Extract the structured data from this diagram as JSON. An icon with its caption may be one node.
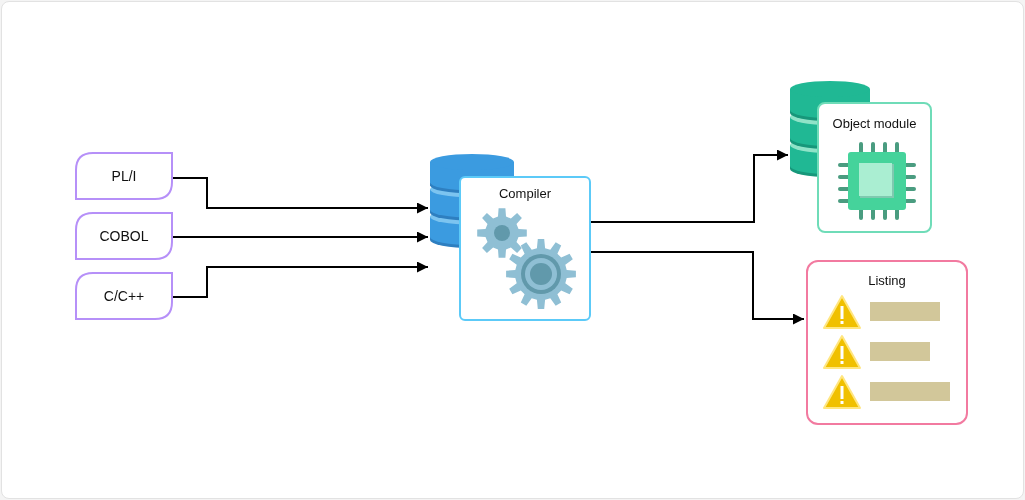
{
  "diagram": {
    "nodes": [
      {
        "text": [
          "PL/I"
        ]
      },
      {
        "text": [
          "COBOL"
        ]
      },
      {
        "text": [
          "C/C++"
        ]
      },
      {
        "text": [],
        "shape": "cylinder"
      },
      {
        "text": [
          "Compiler"
        ]
      },
      {
        "text": [],
        "shape": "cylinder"
      },
      {
        "text": [
          "Object module"
        ]
      },
      {
        "text": [
          "Listing"
        ]
      }
    ],
    "edges": [
      {
        "from": 0,
        "to": 3,
        "arrow": "to"
      },
      {
        "from": 1,
        "to": 3,
        "arrow": "to"
      },
      {
        "from": 2,
        "to": 3,
        "arrow": "to"
      },
      {
        "from": 4,
        "to": 5,
        "arrow": "to"
      },
      {
        "from": 4,
        "to": 7,
        "arrow": "to"
      }
    ]
  }
}
